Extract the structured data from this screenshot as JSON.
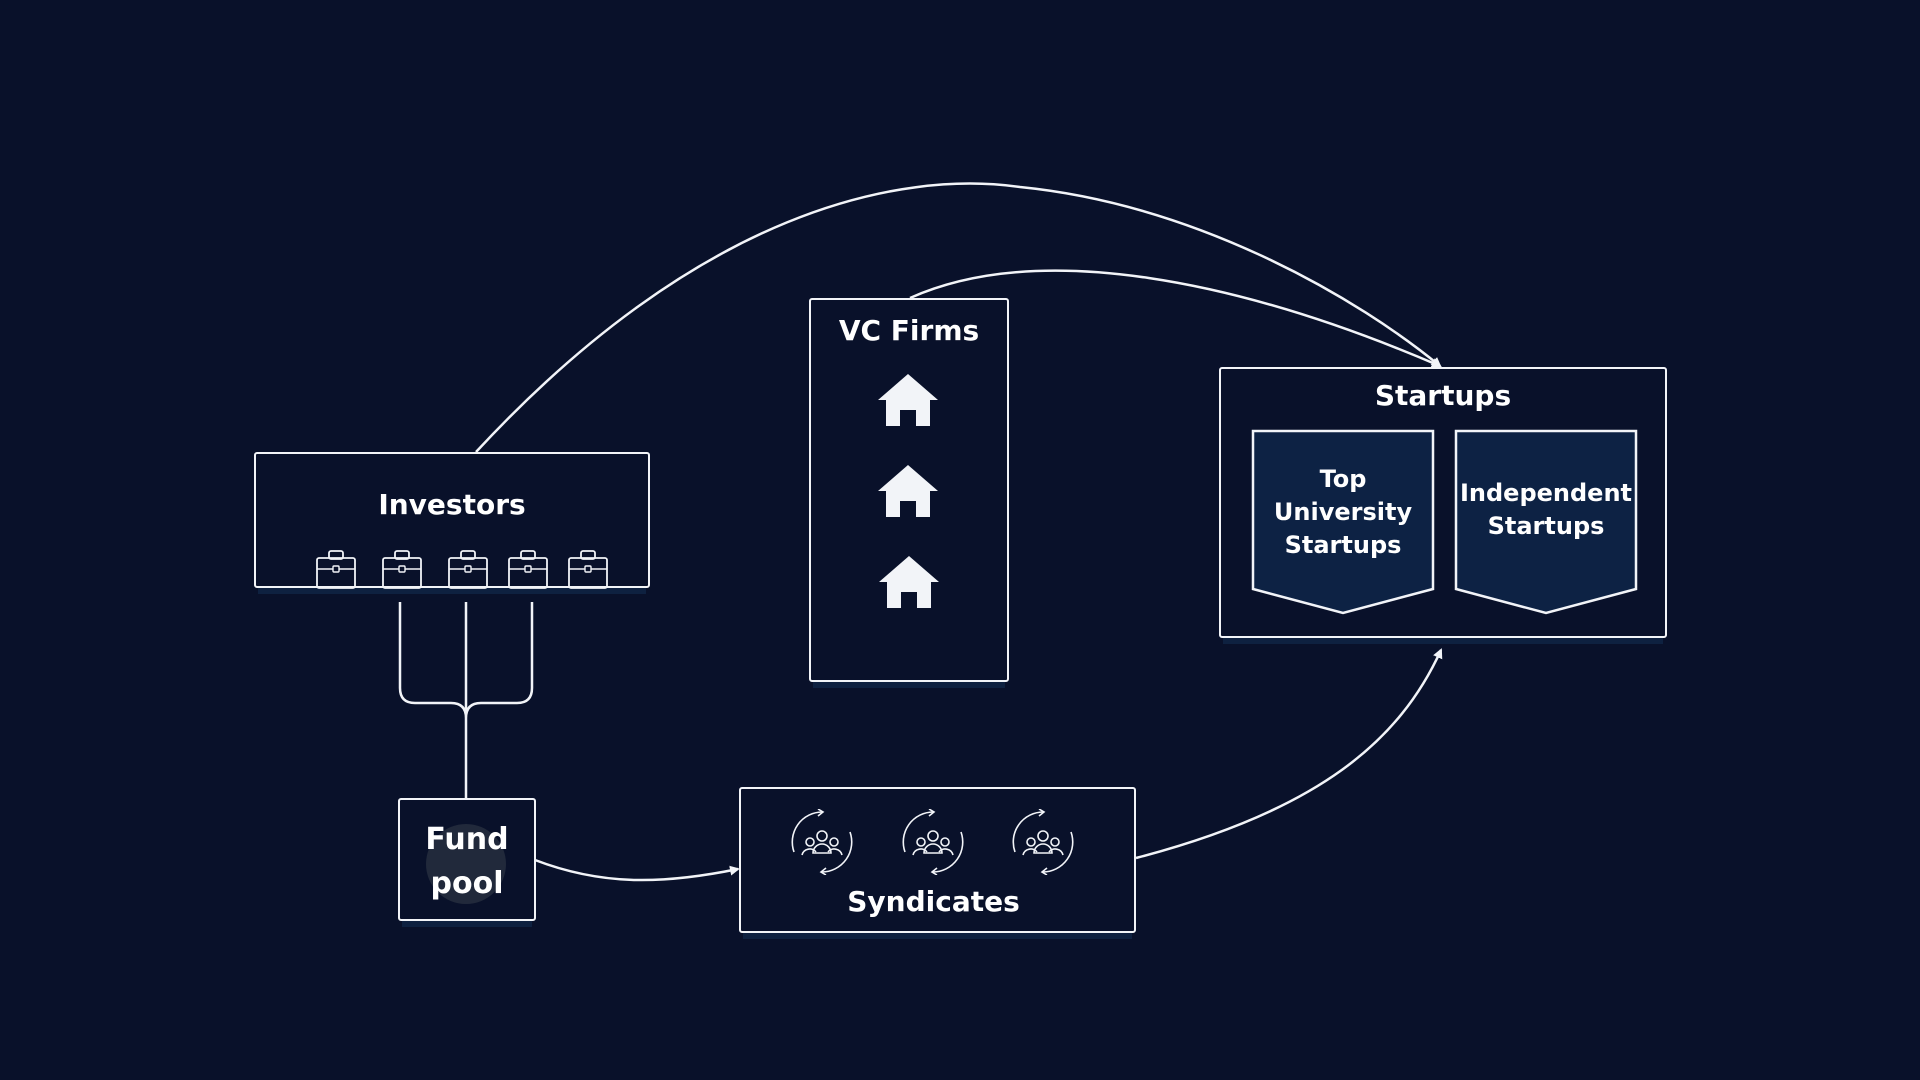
{
  "diagram": {
    "background_color": "#09112a",
    "stroke_color": "#f2f4f8",
    "panel_fill": "#0d2244",
    "nodes": {
      "investors": {
        "title": "Investors",
        "icon": "briefcase-icon",
        "icon_count": 5
      },
      "vc_firms": {
        "title": "VC Firms",
        "icon": "house-icon",
        "icon_count": 3
      },
      "startups": {
        "title": "Startups",
        "segments": [
          {
            "label": "Top University Startups"
          },
          {
            "label": "Independent Startups"
          }
        ]
      },
      "fund_pool": {
        "title": "Fund pool",
        "watermark_icon": "dollar-coin-icon"
      },
      "syndicates": {
        "title": "Syndicates",
        "icon": "group-cycle-icon",
        "icon_count": 3
      }
    },
    "connections": [
      {
        "from": "investors",
        "to": "startups",
        "arrow": true
      },
      {
        "from": "vc_firms",
        "to": "startups",
        "arrow": true
      },
      {
        "from": "investors",
        "to": "fund_pool",
        "arrow": false
      },
      {
        "from": "fund_pool",
        "to": "syndicates",
        "arrow": true
      },
      {
        "from": "syndicates",
        "to": "startups",
        "arrow": true
      }
    ]
  }
}
